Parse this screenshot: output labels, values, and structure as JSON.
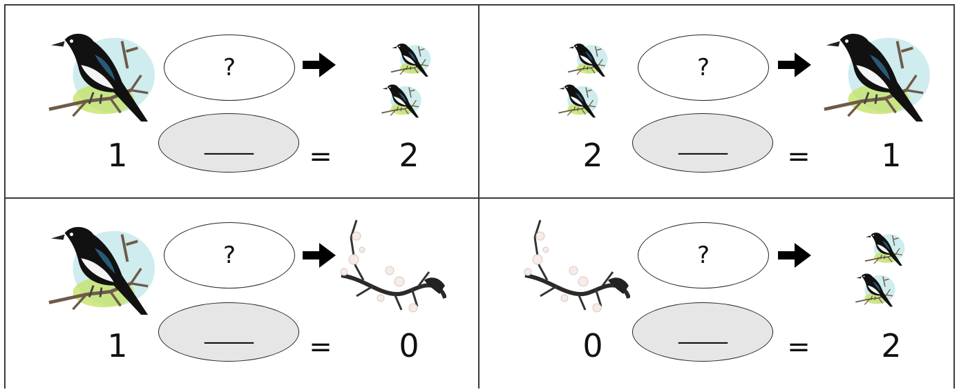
{
  "symbols": {
    "question": "?",
    "blank": "_____",
    "equals": "="
  },
  "cards": [
    {
      "left_count": "1",
      "right_count": "2",
      "left_pic": "magpie-icon",
      "right_pic": "two-magpies-icon"
    },
    {
      "left_count": "2",
      "right_count": "1",
      "left_pic": "two-magpies-icon",
      "right_pic": "magpie-icon"
    },
    {
      "left_count": "1",
      "right_count": "0",
      "left_pic": "magpie-icon",
      "right_pic": "plum-branch-icon"
    },
    {
      "left_count": "0",
      "right_count": "2",
      "left_pic": "plum-branch-icon",
      "right_pic": "two-magpies-icon"
    }
  ],
  "colors": {
    "grid_line": "#3a3a3a",
    "answer_oval": "#e6e6e6",
    "question_oval": "#ffffff"
  }
}
